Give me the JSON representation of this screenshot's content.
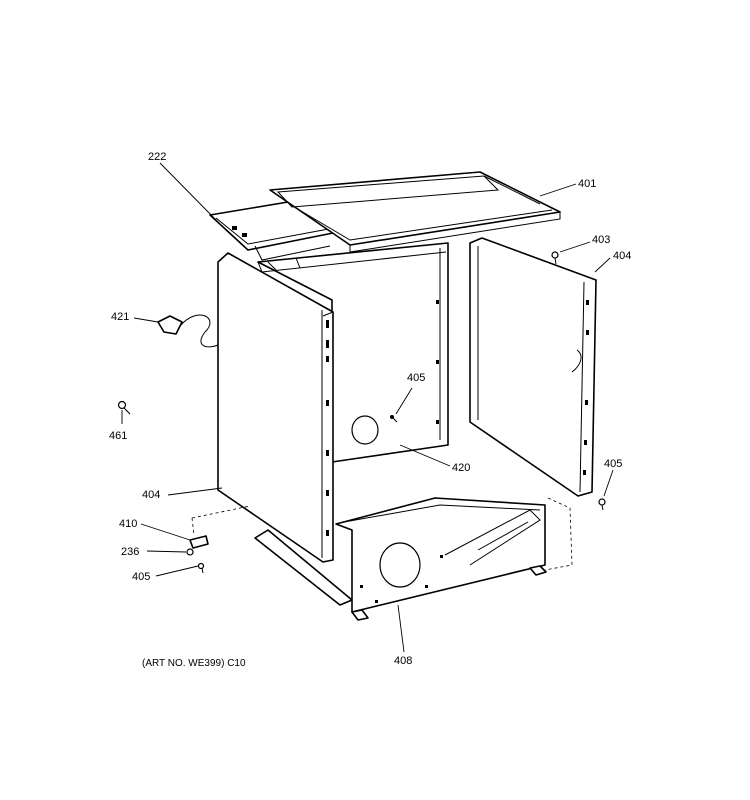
{
  "diagram": {
    "callouts": {
      "c222": "222",
      "c401": "401",
      "c403": "403",
      "c404_right": "404",
      "c421": "421",
      "c405_center": "405",
      "c461": "461",
      "c420": "420",
      "c405_right": "405",
      "c404_left": "404",
      "c410": "410",
      "c236": "236",
      "c405_left": "405",
      "c408": "408"
    },
    "art_note": "(ART NO. WE399) C10"
  }
}
